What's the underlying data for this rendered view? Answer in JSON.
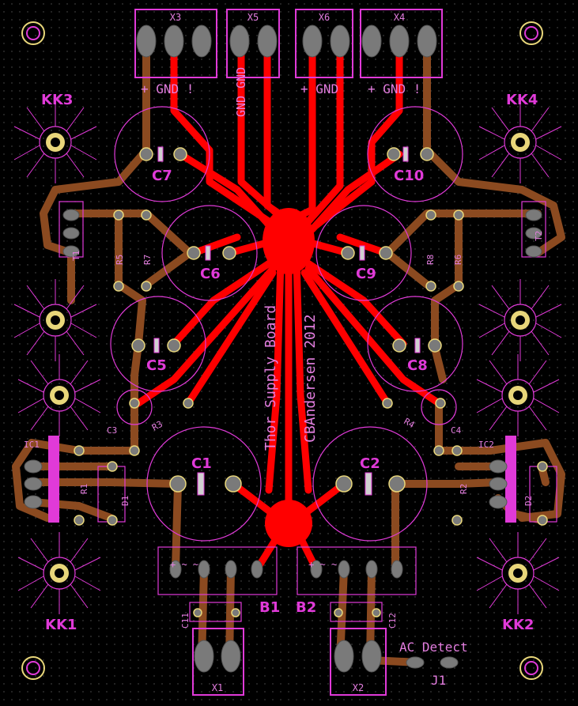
{
  "board": {
    "vertical_text_1": "Thor Supply Board",
    "vertical_text_2": "CBAndersen 2012",
    "colors": {
      "background": "#000000",
      "copper_top": "#ff0000",
      "copper_bottom": "#8b4513",
      "silkscreen": "#e03ad8",
      "pad": "#777777"
    }
  },
  "connectors": {
    "x3": {
      "ref": "X3",
      "pins": "+ GND !"
    },
    "x5": {
      "ref": "X5",
      "pins_rot": "GND GND"
    },
    "x6": {
      "ref": "X6",
      "pins": "+ GND"
    },
    "x4": {
      "ref": "X4",
      "pins": "+ GND !"
    },
    "x1": {
      "ref": "X1"
    },
    "x2": {
      "ref": "X2"
    },
    "j1": {
      "ref": "J1",
      "caption": "AC Detect"
    }
  },
  "heatsinks": {
    "kk1": "KK1",
    "kk2": "KK2",
    "kk3": "KK3",
    "kk4": "KK4"
  },
  "capacitors": {
    "c1": "C1",
    "c2": "C2",
    "c3": "C3",
    "c4": "C4",
    "c5": "C5",
    "c6": "C6",
    "c7": "C7",
    "c8": "C8",
    "c9": "C9",
    "c10": "C10",
    "c11": "C11",
    "c12": "C12"
  },
  "resistors": {
    "r1": "R1",
    "r2": "R2",
    "r3": "R3",
    "r4": "R4",
    "r5": "R5",
    "r6": "R6",
    "r7": "R7",
    "r8": "R8"
  },
  "ics": {
    "ic1": "IC1",
    "ic2": "IC2"
  },
  "diodes": {
    "d1": "D1",
    "d2": "D2"
  },
  "transistors": {
    "t1": "T1",
    "t2": "T2"
  },
  "bridges": {
    "b1": "B1",
    "b2": "B2",
    "pin_marks": "+ ~ ~"
  }
}
